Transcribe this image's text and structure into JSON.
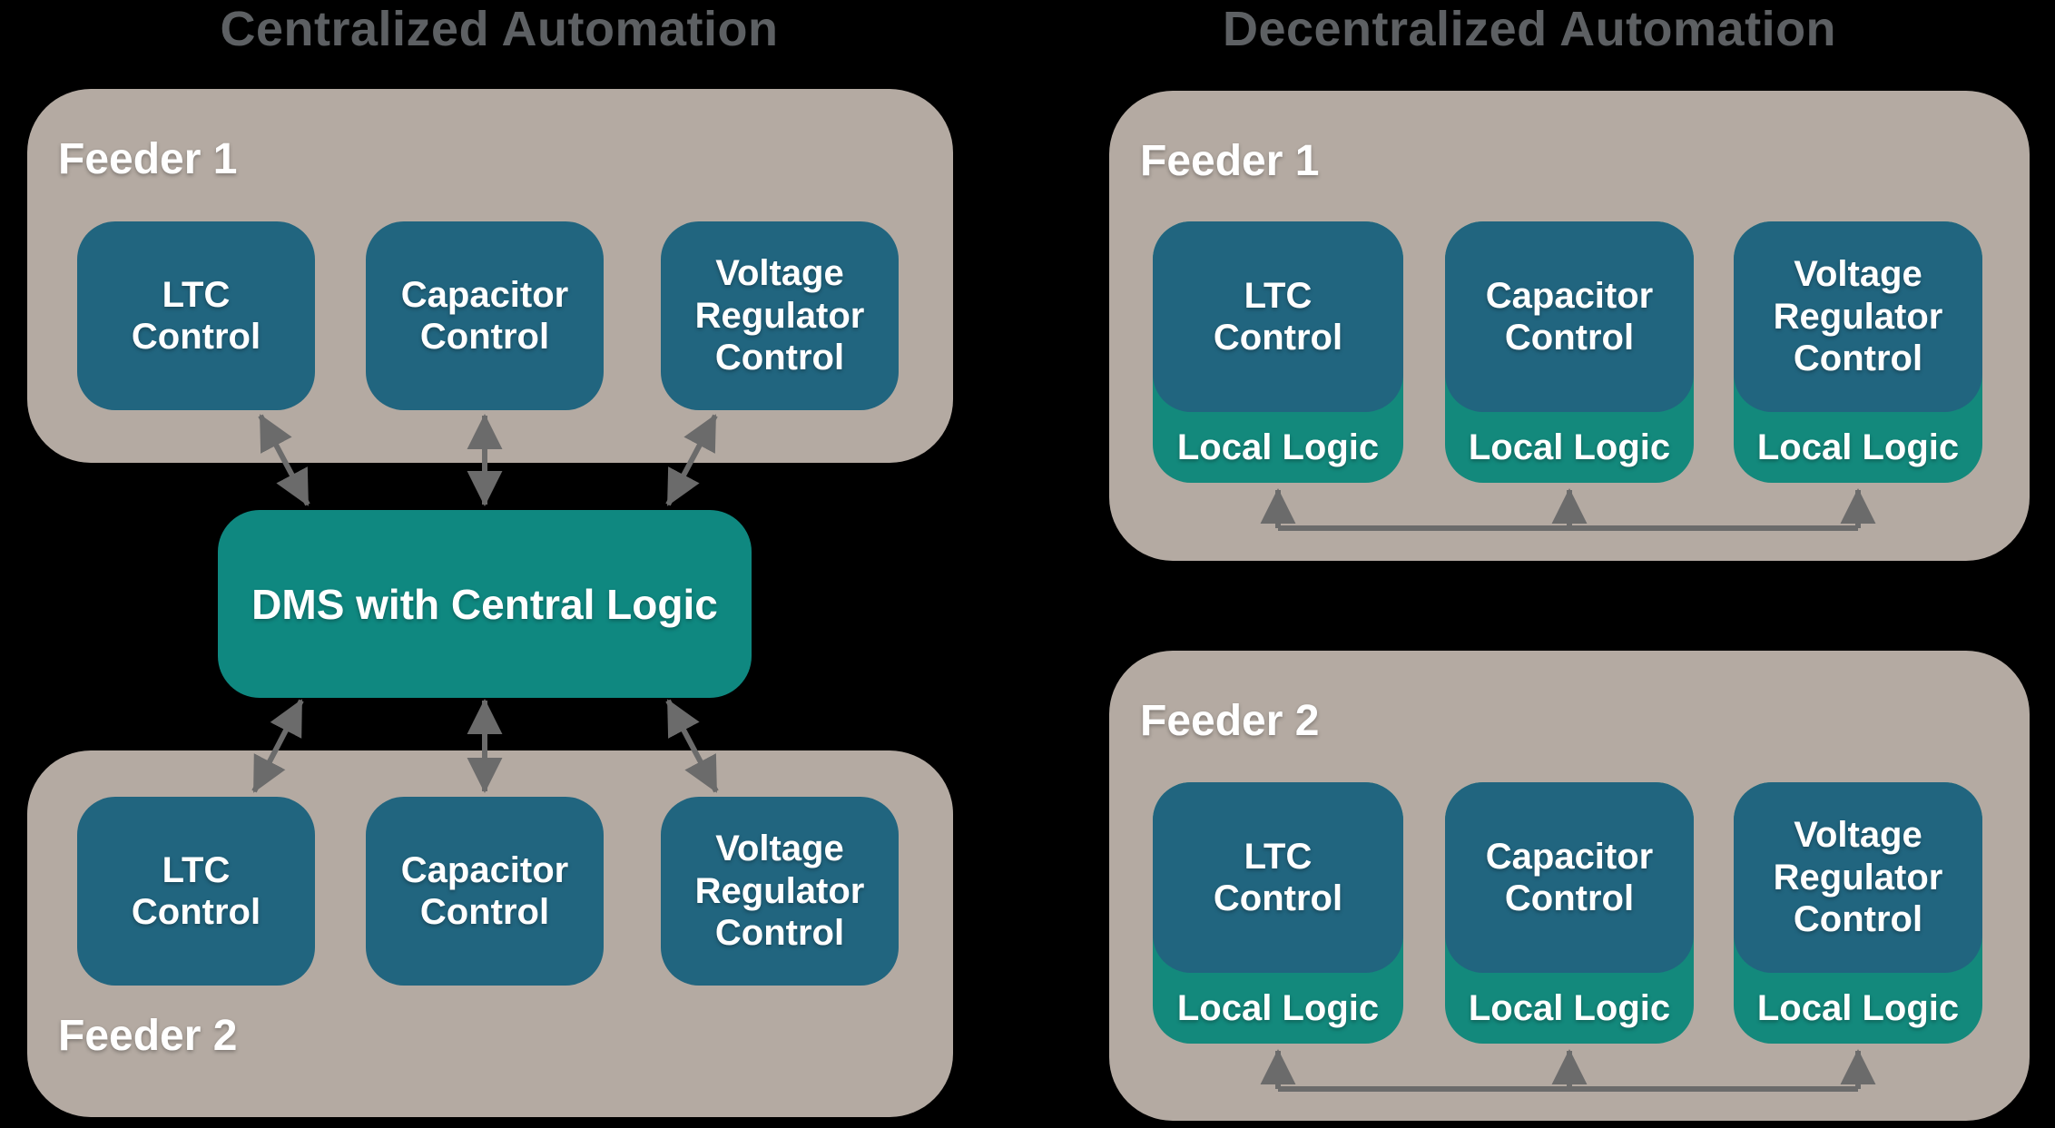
{
  "colors": {
    "background": "#000000",
    "container_bg": "#B4AAA2",
    "control_box_bg": "#21657F",
    "dms_bg": "#0F8880",
    "local_logic_bg": "#13897C",
    "arrow": "#6B6B6B",
    "title_text": "#5D6063",
    "box_text": "#FFFFFF"
  },
  "left": {
    "title": "Centralized Automation",
    "feeder1": {
      "label": "Feeder 1",
      "boxes": [
        {
          "label": "LTC\nControl"
        },
        {
          "label": "Capacitor\nControl"
        },
        {
          "label": "Voltage\nRegulator\nControl"
        }
      ]
    },
    "dms": {
      "label": "DMS with Central Logic"
    },
    "feeder2": {
      "label": "Feeder 2",
      "boxes": [
        {
          "label": "LTC\nControl"
        },
        {
          "label": "Capacitor\nControl"
        },
        {
          "label": "Voltage\nRegulator\nControl"
        }
      ]
    },
    "connector_style": "double-headed-arrows"
  },
  "right": {
    "title": "Decentralized Automation",
    "feeder1": {
      "label": "Feeder 1",
      "boxes": [
        {
          "label": "LTC\nControl",
          "sublabel": "Local Logic"
        },
        {
          "label": "Capacitor\nControl",
          "sublabel": "Local Logic"
        },
        {
          "label": "Voltage\nRegulator\nControl",
          "sublabel": "Local Logic"
        }
      ]
    },
    "feeder2": {
      "label": "Feeder 2",
      "boxes": [
        {
          "label": "LTC\nControl",
          "sublabel": "Local Logic"
        },
        {
          "label": "Capacitor\nControl",
          "sublabel": "Local Logic"
        },
        {
          "label": "Voltage\nRegulator\nControl",
          "sublabel": "Local Logic"
        }
      ]
    },
    "connector_style": "shared-bus-up-arrows"
  }
}
